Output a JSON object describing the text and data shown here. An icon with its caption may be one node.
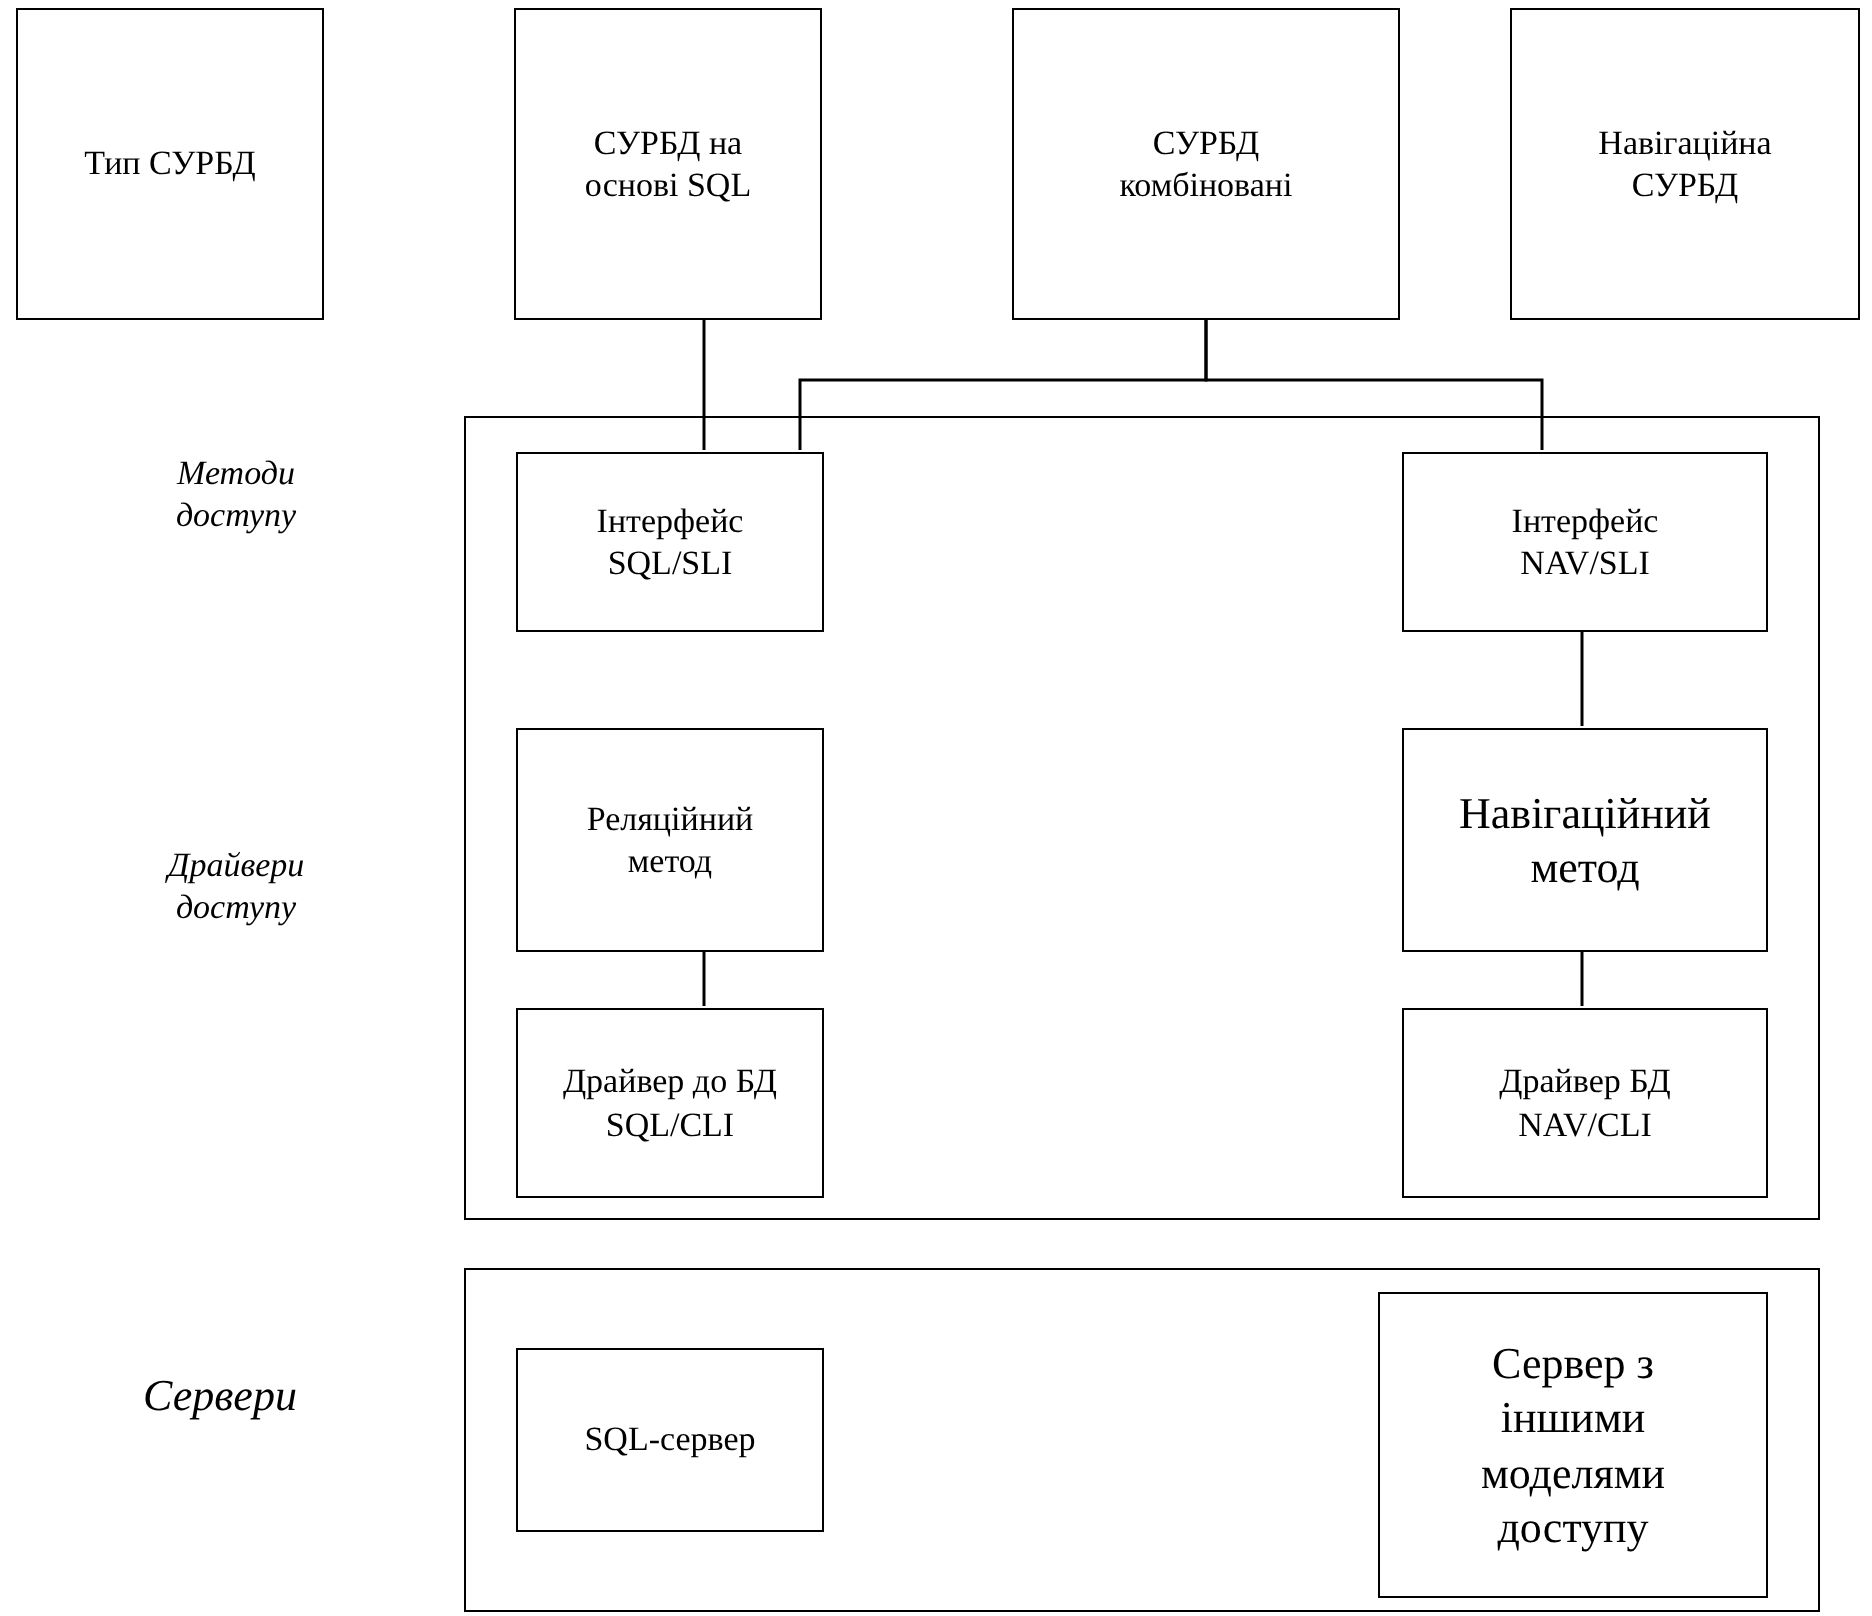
{
  "diagram": {
    "nodes": [
      {
        "text": [
          "Тип СУРБД"
        ]
      },
      {
        "text": [
          "СУРБД на основі SQL"
        ]
      },
      {
        "text": [
          "СУРБД комбіновані"
        ]
      },
      {
        "text": [
          "Навігаційна СУРБД"
        ]
      },
      {
        "text": [],
        "shape": "box"
      },
      {
        "text": [
          "Інтерфейс SQL/SLI"
        ],
        "in": 4
      },
      {
        "text": [
          "Інтерфейс NAV/SLI"
        ],
        "in": 4
      },
      {
        "text": [
          "Реляційний метод"
        ],
        "in": 4
      },
      {
        "text": [
          "Навігаційний метод"
        ],
        "in": 4
      },
      {
        "text": [
          "Драйвер до БД SQL/CLI"
        ],
        "in": 4
      },
      {
        "text": [
          "Драйвер БД NAV/CLI"
        ],
        "in": 4
      },
      {
        "text": [],
        "shape": "box"
      },
      {
        "text": [
          "SQL-сервер"
        ],
        "in": 11
      },
      {
        "text": [
          "Сервер з іншими моделями доступу"
        ],
        "in": 11
      }
    ],
    "edges": [
      {
        "from": 1,
        "to": 5,
        "arrow": "none"
      },
      {
        "from": 2,
        "to": 5,
        "arrow": "none"
      },
      {
        "from": 2,
        "to": 6,
        "arrow": "none"
      },
      {
        "from": 6,
        "to": 8,
        "arrow": "none"
      },
      {
        "from": 7,
        "to": 9,
        "arrow": "none"
      },
      {
        "from": 8,
        "to": 10,
        "arrow": "none"
      }
    ],
    "labels": [
      "Методи доступу",
      "Драйвери доступу",
      "Сервери"
    ]
  }
}
